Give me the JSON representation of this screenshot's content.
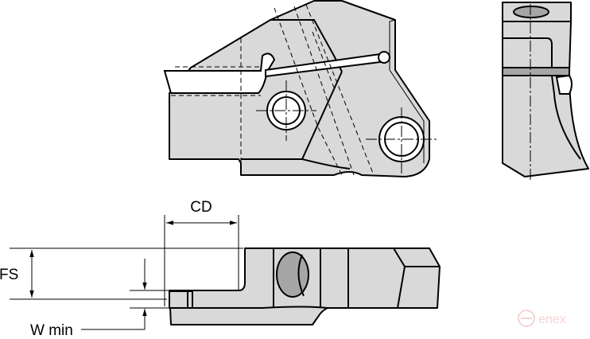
{
  "dimensions": {
    "cd_label": "CD",
    "fs_label": "FS",
    "w_min_label": "W min"
  },
  "watermark": {
    "text": "enex",
    "color": "#f3c9cc"
  },
  "colors": {
    "part_fill": "#d9d9d9",
    "hole_shade": "#a6a6a6",
    "line": "#000000"
  }
}
